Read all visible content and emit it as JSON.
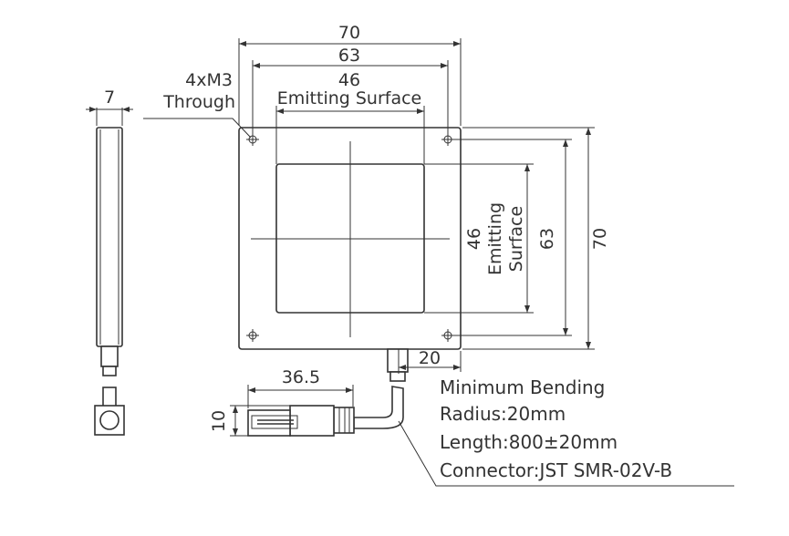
{
  "dimensions": {
    "width_overall": "70",
    "hole_pitch_h": "63",
    "emit_h": "46",
    "emit_label": "Emitting Surface",
    "thickness": "7",
    "height_overall": "70",
    "hole_pitch_v": "63",
    "emit_v": "46",
    "emit_v_label_1": "Emitting",
    "emit_v_label_2": "Surface",
    "cable_offset": "20",
    "connector_length": "36.5",
    "connector_height": "10"
  },
  "holes": {
    "line1": "4xM3",
    "line2": "Through"
  },
  "notes": {
    "bending_1": "Minimum Bending",
    "bending_2": "Radius:20mm",
    "length": "Length:800±20mm",
    "connector": "Connector:JST SMR-02V-B"
  },
  "colors": {
    "line": "#333333",
    "background": "#ffffff"
  }
}
